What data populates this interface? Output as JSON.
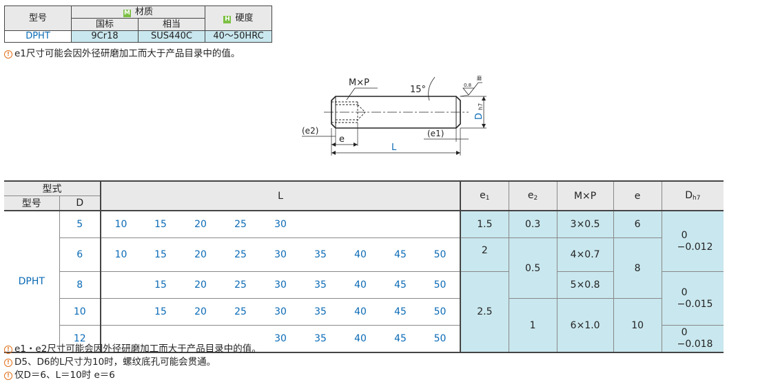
{
  "material_table": {
    "model_header": "型号",
    "material_mark": "M",
    "material_header": "材质",
    "hardness_mark": "H",
    "hardness_header": "硬度",
    "national_std": "国标",
    "equivalent": "相当",
    "model": "DPHT",
    "material_value": "9Cr18",
    "equivalent_value": "SUS440C",
    "hardness_value": "40～50HRC"
  },
  "top_note": "e1尺寸可能会因外径研磨加工而大于产品目录中的值。",
  "drawing": {
    "thread": "M×P",
    "angle": "15°",
    "roughness_value": "0.8",
    "roughness_word": "磨",
    "diameter": "D",
    "diameter_tol": "h7",
    "e2": "(e2)",
    "e": "e",
    "e1": "(e1)",
    "length": "L"
  },
  "spec_table": {
    "type_header": "型式",
    "model_header": "型号",
    "d_header": "D",
    "l_header": "L",
    "e1_header": "e",
    "e1_sub": "1",
    "e2_header": "e",
    "e2_sub": "2",
    "mp_header": "M×P",
    "e_header": "e",
    "dh7_header": "D",
    "dh7_sub": "h7",
    "model": "DPHT",
    "rows": [
      {
        "d": "5",
        "l": [
          "10",
          "15",
          "20",
          "25",
          "30",
          "",
          "",
          "",
          ""
        ]
      },
      {
        "d": "6",
        "l": [
          "10",
          "15",
          "20",
          "25",
          "30",
          "35",
          "40",
          "45",
          "50"
        ]
      },
      {
        "d": "8",
        "l": [
          "",
          "15",
          "20",
          "25",
          "30",
          "35",
          "40",
          "45",
          "50"
        ]
      },
      {
        "d": "10",
        "l": [
          "",
          "15",
          "20",
          "25",
          "30",
          "35",
          "40",
          "45",
          "50"
        ]
      },
      {
        "d": "12",
        "l": [
          "",
          "",
          "",
          "",
          "30",
          "35",
          "40",
          "45",
          "50"
        ]
      }
    ],
    "e1_values": [
      "1.5",
      "2",
      "2.5"
    ],
    "e2_values": [
      "0.3",
      "0.5",
      "1"
    ],
    "mp_values": [
      "3×0.5",
      "4×0.7",
      "5×0.8",
      "6×1.0"
    ],
    "e_values": [
      "6",
      "8",
      "10"
    ],
    "dh7_values": [
      {
        "upper": "0",
        "lower": "−0.012"
      },
      {
        "upper": "0",
        "lower": "−0.015"
      },
      {
        "upper": "0",
        "lower": "−0.018"
      }
    ]
  },
  "bottom_notes": [
    "e1・e2尺寸可能会因外径研磨加工而大于产品目录中的值。",
    "D5、D6的L尺寸为10时，螺纹底孔可能会贯通。",
    "仅D＝6、L＝10时 e＝6"
  ],
  "colors": {
    "header_bg": "#e9e9e9",
    "value_bg": "#c9e7ee",
    "accent_blue": "#0a6ab5",
    "note_orange": "#e0701a",
    "mark_green": "#7bc043"
  }
}
